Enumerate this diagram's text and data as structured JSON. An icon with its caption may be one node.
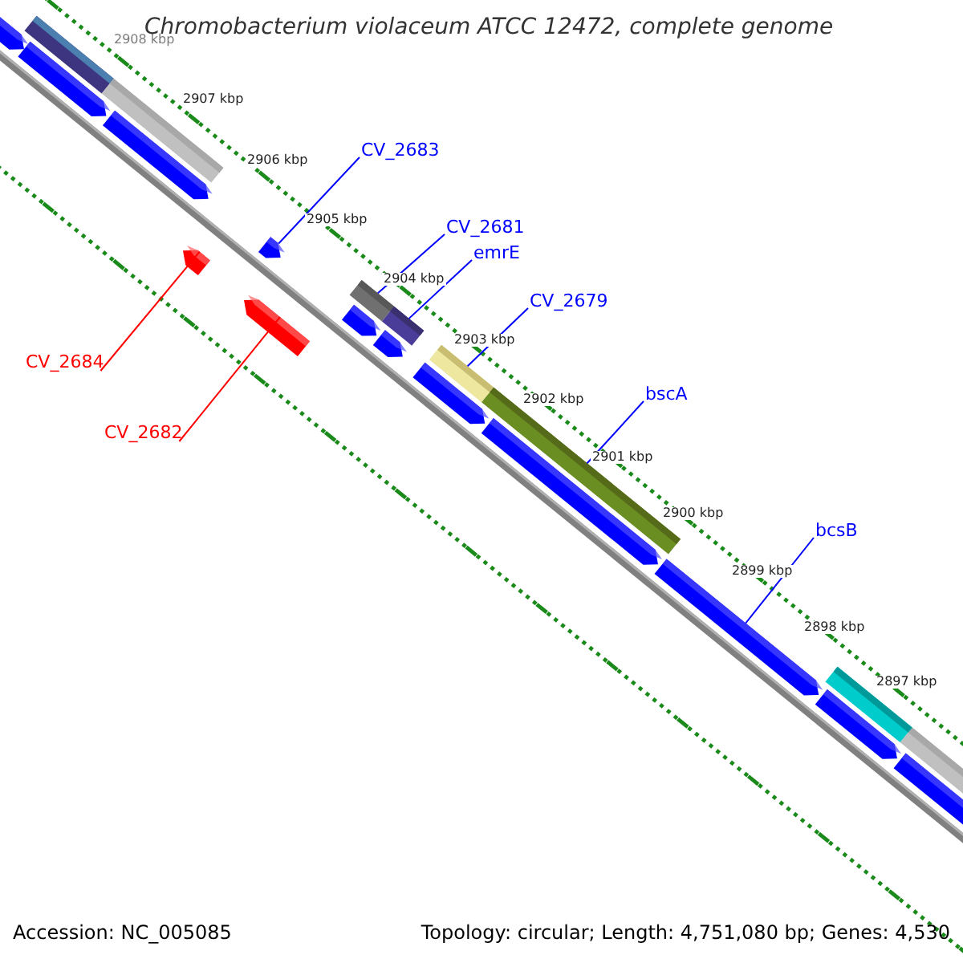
{
  "diagram": {
    "title": "Chromobacterium violaceum ATCC 12472, complete genome",
    "nodes": [
      {
        "text": [
          "CV_2683"
        ]
      },
      {
        "text": [],
        "shape": "bar"
      },
      {
        "text": [
          "CV_2681"
        ]
      },
      {
        "text": [],
        "shape": "bar"
      },
      {
        "text": [
          "emrE"
        ]
      },
      {
        "text": [],
        "shape": "bar"
      },
      {
        "text": [
          "CV_2679"
        ]
      },
      {
        "text": [],
        "shape": "bar"
      },
      {
        "text": [
          "bscA"
        ]
      },
      {
        "text": [],
        "shape": "bar"
      },
      {
        "text": [
          "bcsB"
        ]
      },
      {
        "text": [],
        "shape": "bar"
      },
      {
        "text": [
          "CV_2684"
        ]
      },
      {
        "text": [],
        "shape": "bar"
      },
      {
        "text": [
          "CV_2682"
        ]
      },
      {
        "text": [],
        "shape": "bar"
      }
    ],
    "edges": [
      {
        "from": 0,
        "to": 1,
        "arrow": "none"
      },
      {
        "from": 2,
        "to": 3,
        "arrow": "none"
      },
      {
        "from": 4,
        "to": 5,
        "arrow": "none"
      },
      {
        "from": 6,
        "to": 7,
        "arrow": "none"
      },
      {
        "from": 8,
        "to": 9,
        "arrow": "none"
      },
      {
        "from": 10,
        "to": 11,
        "arrow": "none"
      },
      {
        "from": 12,
        "to": 13,
        "arrow": "none",
        "color": "#ff0000"
      },
      {
        "from": 14,
        "to": 15,
        "arrow": "none",
        "color": "#ff0000"
      }
    ],
    "labels": [
      "2908 kbp",
      "2907 kbp",
      "2906 kbp",
      "2905 kbp",
      "2904 kbp",
      "2903 kbp",
      "2902 kbp",
      "2901 kbp",
      "2900 kbp",
      "2899 kbp",
      "2898 kbp",
      "2897 kbp",
      "Accession: NC_005085",
      "Topology: circular; Length: 4,751,080 bp; Genes: 4,530"
    ]
  }
}
